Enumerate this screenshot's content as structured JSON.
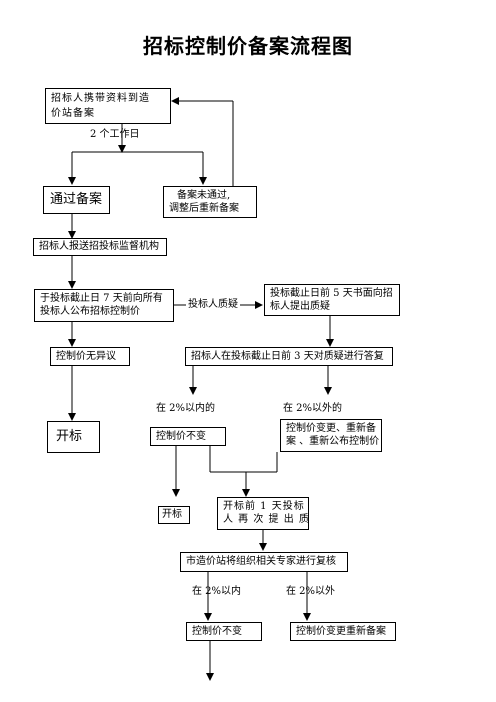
{
  "title": "招标控制价备案流程图",
  "nodes": {
    "submit": "招标人携带资料到造价站备案",
    "submit_l1": "招标人携带资料到造",
    "submit_l2": "价站备案",
    "pass": "通过备案",
    "fail_l1": "备案未通过,",
    "fail_l2": "调整后重新备案",
    "send": "招标人报送招投标监督机构",
    "announce_l1": "于投标截止日 7 天前向所有",
    "announce_l2": "投标人公布招标控制价",
    "query_l1": "投标截止日前 5 天书面向招",
    "query_l2": "标人提出质疑",
    "no_objection": "控制价无异议",
    "reply": "招标人在投标截止日前 3 天对质疑进行答复",
    "open1": "开标",
    "unchanged1": "控制价不变",
    "change_l1": "控制价变更、重新备",
    "change_l2": "案 、重新公布控制价",
    "open2": "开标",
    "complaint_l1": "开标前  1  天投标",
    "complaint_l2": "人 再 次 提 出 质",
    "review": "市造价站将组织相关专家进行复核",
    "unchanged2": "控制价不变",
    "rerecord": "控制价变更重新备案"
  },
  "labels": {
    "two_days": "2 个工作日",
    "bidder_query": "投标人质疑",
    "within_2pct": "在 2%以内的",
    "beyond_2pct": "在 2%以外的",
    "within_2pct_b": "在 2%以内",
    "beyond_2pct_b": "在 2%以外"
  }
}
